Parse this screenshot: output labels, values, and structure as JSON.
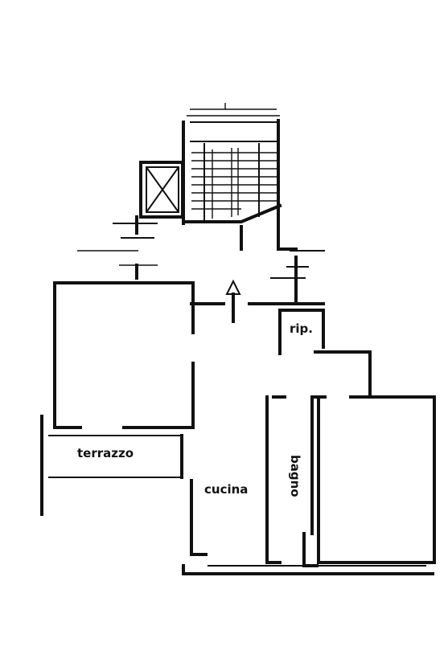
{
  "rooms": {
    "terrazzo": "terrazzo",
    "cucina": "cucina",
    "bagno": "bagno",
    "ripostiglio": "rip."
  },
  "colors": {
    "ink": "#111111",
    "paper": "#ffffff"
  }
}
